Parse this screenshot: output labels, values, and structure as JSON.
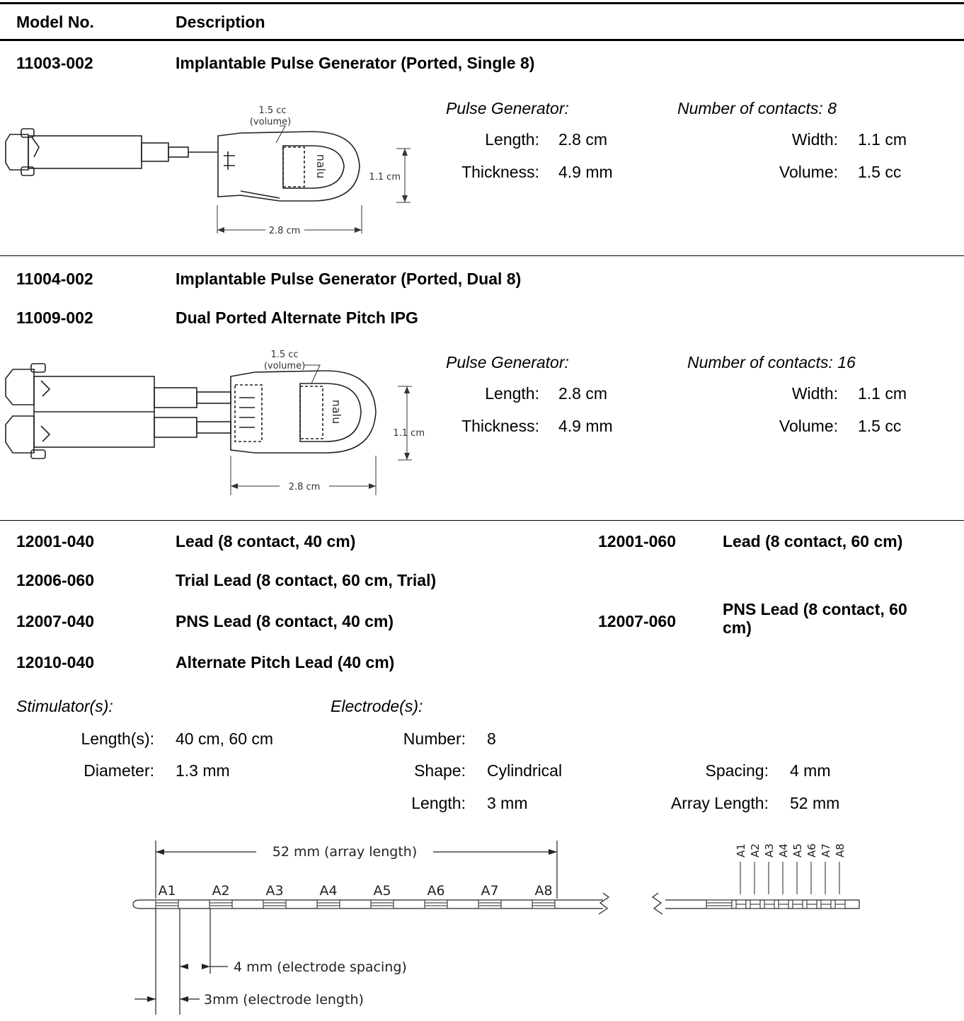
{
  "header": {
    "model_col": "Model No.",
    "desc_col": "Description"
  },
  "ipg_single": {
    "model": "11003-002",
    "description": "Implantable Pulse Generator (Ported, Single 8)",
    "drawing": {
      "volume_label": "1.5 cc",
      "volume_sub": "(volume)",
      "height_label": "1.1 cm",
      "length_label": "2.8 cm",
      "logo": "nalu"
    },
    "spec_title": "Pulse Generator:",
    "contacts": "Number of contacts: 8",
    "length_label": "Length:",
    "length_value": "2.8 cm",
    "thickness_label": "Thickness:",
    "thickness_value": "4.9 mm",
    "width_label": "Width:",
    "width_value": "1.1 cm",
    "volume_label": "Volume:",
    "volume_value": "1.5 cc"
  },
  "ipg_dual": {
    "model": "11004-002",
    "description": "Implantable Pulse Generator (Ported, Dual 8)",
    "model2": "11009-002",
    "description2": "Dual Ported Alternate Pitch IPG",
    "drawing": {
      "volume_label": "1.5 cc",
      "volume_sub": "(volume)",
      "height_label": "1.1 cm",
      "length_label": "2.8 cm",
      "logo": "nalu"
    },
    "spec_title": "Pulse Generator:",
    "contacts": "Number of contacts: 16",
    "length_label": "Length:",
    "length_value": "2.8 cm",
    "thickness_label": "Thickness:",
    "thickness_value": "4.9 mm",
    "width_label": "Width:",
    "width_value": "1.1 cm",
    "volume_label": "Volume:",
    "volume_value": "1.5 cc"
  },
  "leads": {
    "rows": [
      {
        "model": "12001-040",
        "description": "Lead (8 contact, 40 cm)",
        "model2": "12001-060",
        "description2": "Lead (8 contact, 60 cm)"
      },
      {
        "model": "12006-060",
        "description": "Trial Lead (8 contact, 60 cm, Trial)"
      },
      {
        "model": "12007-040",
        "description": "PNS Lead (8 contact, 40 cm)",
        "model2": "12007-060",
        "description2a": "PNS Lead (8 contact, 60",
        "description2b": "cm)"
      },
      {
        "model": "12010-040",
        "description": "Alternate Pitch Lead (40 cm)"
      }
    ],
    "stimulator_title": "Stimulator(s):",
    "electrode_title": "Electrode(s):",
    "lengths_label": "Length(s):",
    "lengths_value": "40 cm, 60 cm",
    "diameter_label": "Diameter:",
    "diameter_value": "1.3 mm",
    "number_label": "Number:",
    "number_value": "8",
    "shape_label": "Shape:",
    "shape_value": "Cylindrical",
    "elen_label": "Length:",
    "elen_value": "3 mm",
    "spacing_label": "Spacing:",
    "spacing_value": "4 mm",
    "array_label": "Array Length:",
    "array_value": "52 mm",
    "drawing": {
      "array_length_label": "52 mm (array length)",
      "spacing_label": "4 mm (electrode spacing)",
      "length_label": "3mm (electrode length)",
      "electrodes": [
        "A1",
        "A2",
        "A3",
        "A4",
        "A5",
        "A6",
        "A7",
        "A8"
      ]
    }
  }
}
